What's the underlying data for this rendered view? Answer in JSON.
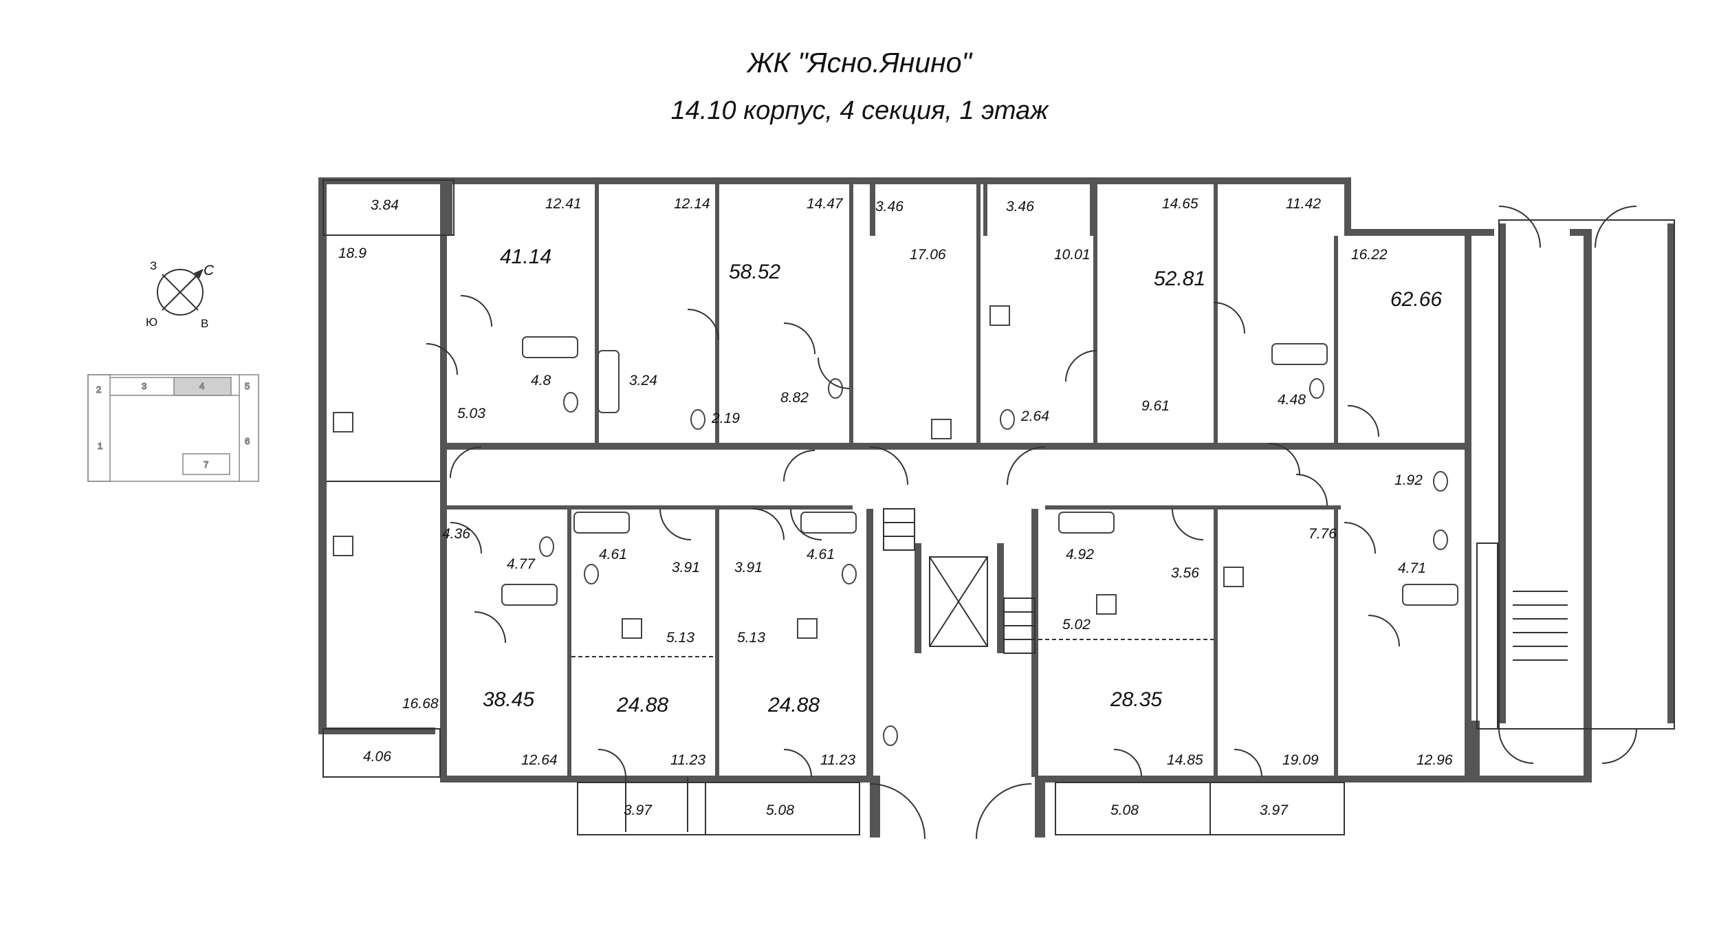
{
  "header": {
    "title": "ЖК \"Ясно.Янино\"",
    "subtitle": "14.10 корпус, 4 секция, 1 этаж"
  },
  "compass": {
    "north": "С",
    "south": "Ю",
    "east": "В",
    "west": "З"
  },
  "key_plan": {
    "sections": [
      "1",
      "2",
      "3",
      "4",
      "5",
      "6",
      "7"
    ],
    "current_section": "4",
    "current_color": "#cfcfcf"
  },
  "colors": {
    "wall": "#555555",
    "line": "#333333",
    "fixture": "#444444"
  },
  "apartments": [
    "41.14",
    "58.52",
    "52.81",
    "62.66",
    "38.45",
    "24.88",
    "24.88",
    "28.35"
  ],
  "rooms": [
    "3.84",
    "18.9",
    "12.41",
    "12.14",
    "14.47",
    "3.46",
    "17.06",
    "3.46",
    "10.01",
    "14.65",
    "11.42",
    "16.22",
    "5.03",
    "4.8",
    "3.24",
    "2.19",
    "8.82",
    "2.64",
    "9.61",
    "4.48",
    "1.92",
    "4.36",
    "4.77",
    "4.61",
    "3.91",
    "3.91",
    "4.61",
    "4.92",
    "3.56",
    "7.76",
    "4.71",
    "5.13",
    "5.13",
    "5.02",
    "16.68",
    "4.06",
    "12.64",
    "11.23",
    "11.23",
    "14.85",
    "19.09",
    "12.96",
    "3.97",
    "5.08",
    "5.08",
    "3.97"
  ]
}
